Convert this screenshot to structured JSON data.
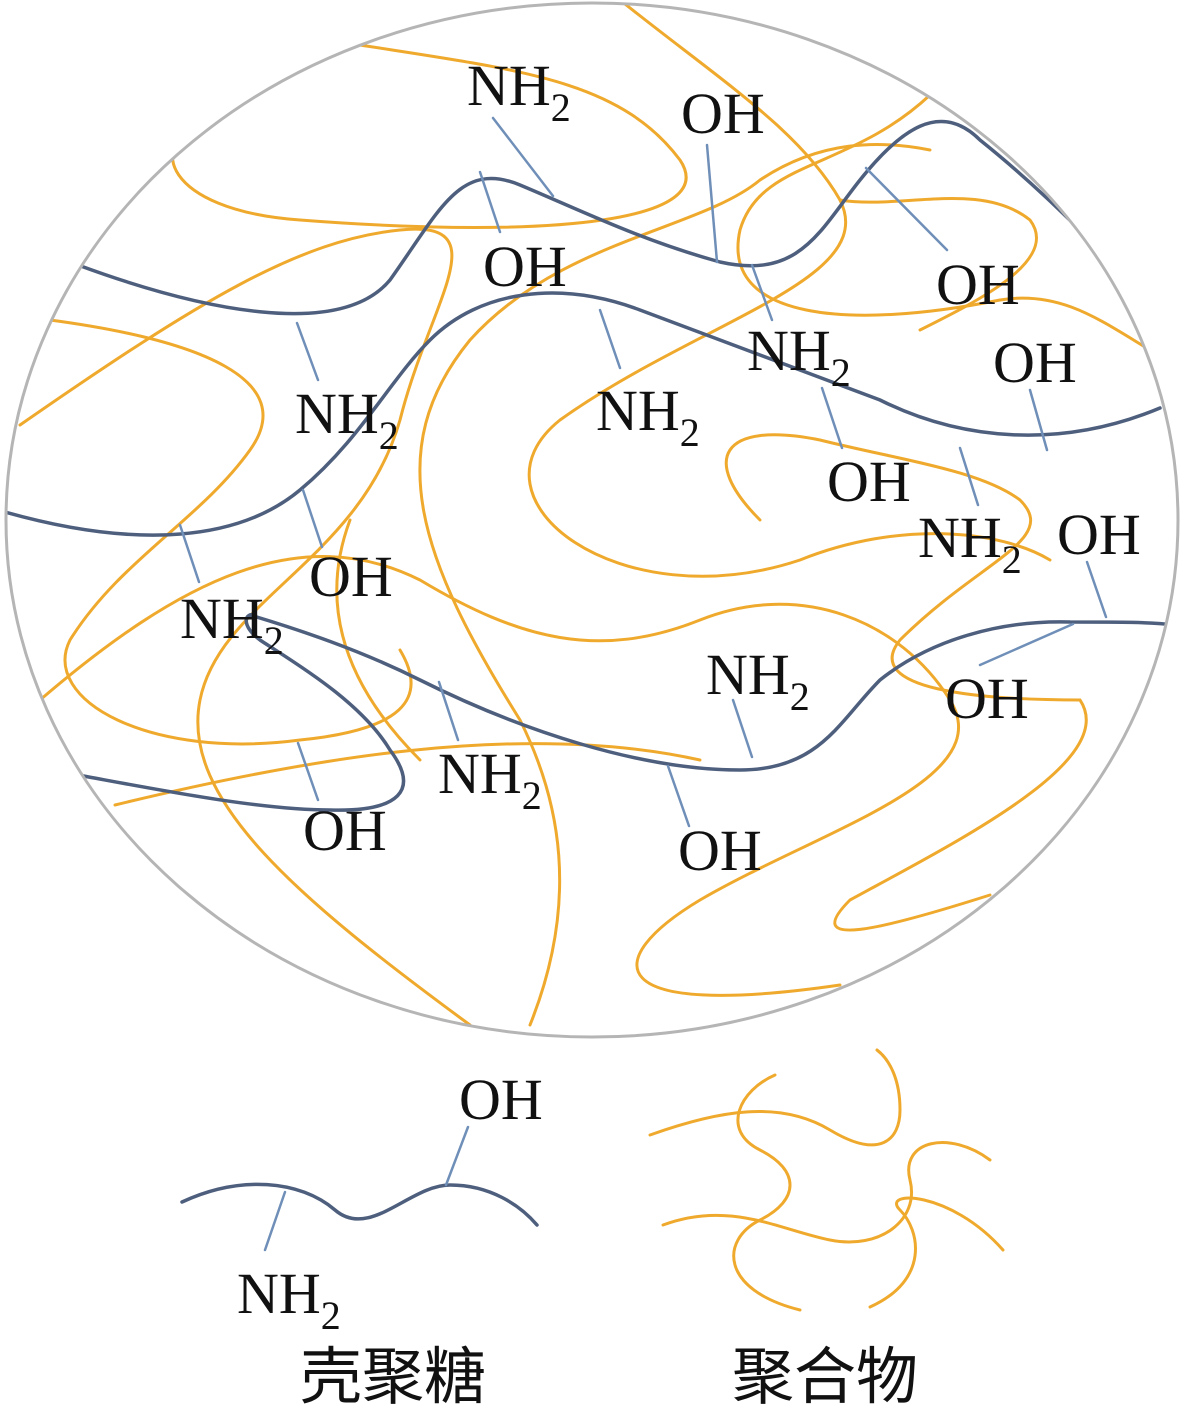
{
  "colors": {
    "chitosan": "#4e5f7e",
    "side_group": "#6f8fb8",
    "polymer": "#efaa2e",
    "circle": "#b5b5b5",
    "text": "#111111"
  },
  "groups": {
    "oh": "OH",
    "nh": "NH",
    "sub2": "2"
  },
  "legend": {
    "chitosan_label": "壳聚糖",
    "polymer_label": "聚合物"
  }
}
